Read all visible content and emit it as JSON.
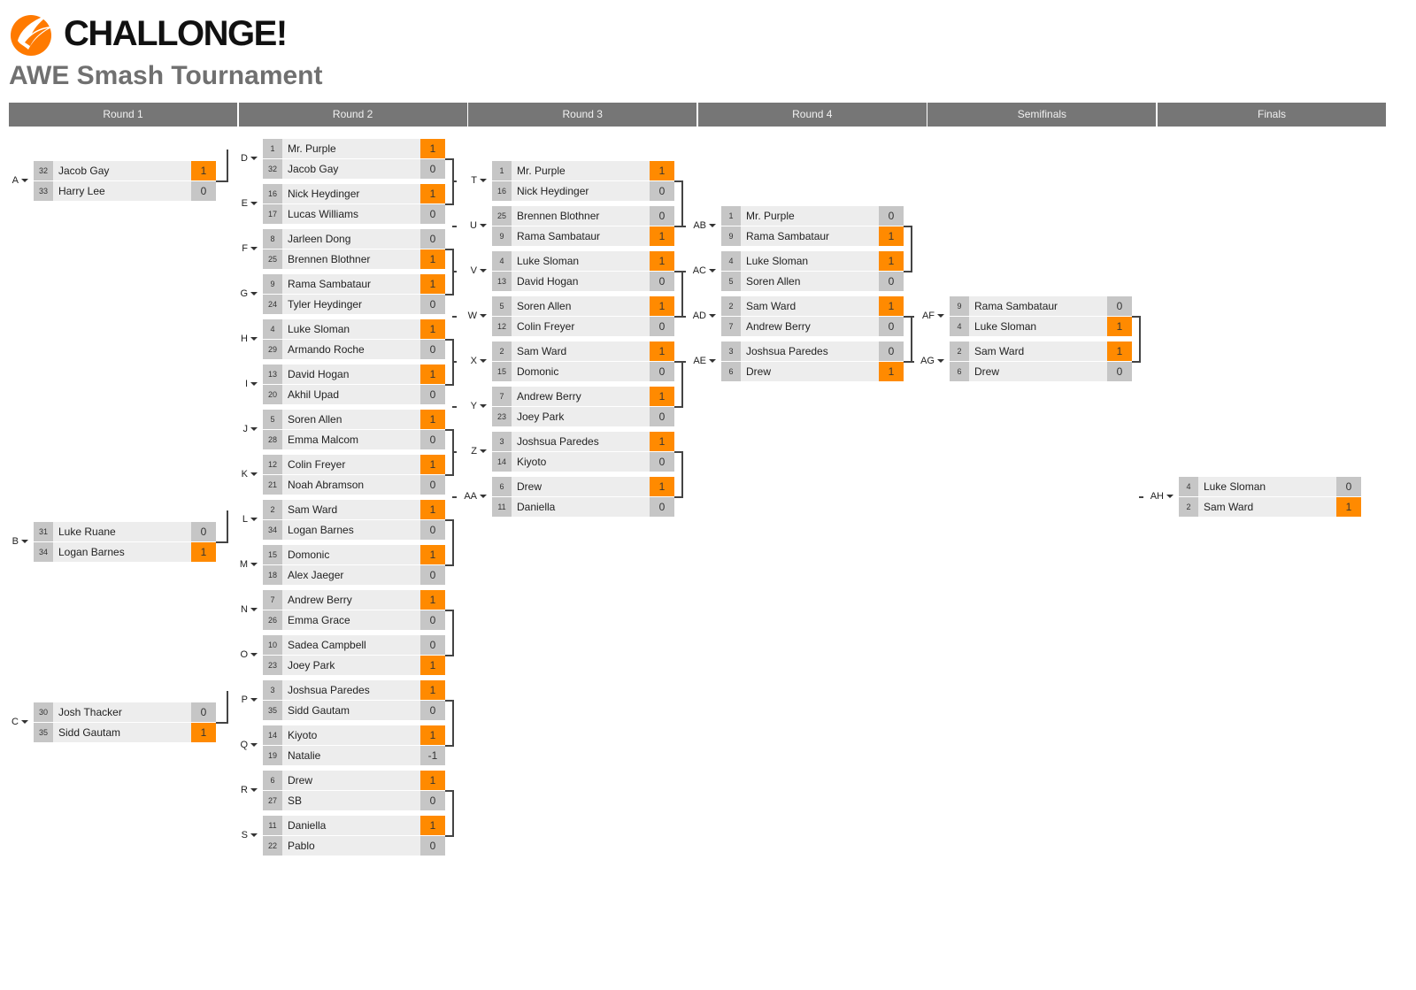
{
  "brand": {
    "name": "CHALLONGE!",
    "logo_icon": "challonge-flame-icon",
    "accent_color": "#ff7a00"
  },
  "tournament": {
    "title": "AWE Smash Tournament"
  },
  "rounds": [
    "Round 1",
    "Round 2",
    "Round 3",
    "Round 4",
    "Semifinals",
    "Finals"
  ],
  "colors": {
    "win": "#ff8a00",
    "score": "#c6c6c6",
    "name_bg": "#ededed",
    "header_bg": "#767676"
  },
  "matches": [
    {
      "id": "A",
      "round": 0,
      "slot": 0,
      "players": [
        {
          "seed": "32",
          "name": "Jacob Gay",
          "score": "1",
          "win": true
        },
        {
          "seed": "33",
          "name": "Harry Lee",
          "score": "0",
          "win": false
        }
      ]
    },
    {
      "id": "B",
      "round": 0,
      "slot": 8,
      "players": [
        {
          "seed": "31",
          "name": "Luke Ruane",
          "score": "0",
          "win": false
        },
        {
          "seed": "34",
          "name": "Logan Barnes",
          "score": "1",
          "win": true
        }
      ]
    },
    {
      "id": "C",
      "round": 0,
      "slot": 12,
      "players": [
        {
          "seed": "30",
          "name": "Josh Thacker",
          "score": "0",
          "win": false
        },
        {
          "seed": "35",
          "name": "Sidd Gautam",
          "score": "1",
          "win": true
        }
      ]
    },
    {
      "id": "D",
      "round": 1,
      "slot": 0,
      "players": [
        {
          "seed": "1",
          "name": "Mr. Purple",
          "score": "1",
          "win": true
        },
        {
          "seed": "32",
          "name": "Jacob Gay",
          "score": "0",
          "win": false
        }
      ]
    },
    {
      "id": "E",
      "round": 1,
      "slot": 1,
      "players": [
        {
          "seed": "16",
          "name": "Nick Heydinger",
          "score": "1",
          "win": true
        },
        {
          "seed": "17",
          "name": "Lucas Williams",
          "score": "0",
          "win": false
        }
      ]
    },
    {
      "id": "F",
      "round": 1,
      "slot": 2,
      "players": [
        {
          "seed": "8",
          "name": "Jarleen Dong",
          "score": "0",
          "win": false
        },
        {
          "seed": "25",
          "name": "Brennen Blothner",
          "score": "1",
          "win": true
        }
      ]
    },
    {
      "id": "G",
      "round": 1,
      "slot": 3,
      "players": [
        {
          "seed": "9",
          "name": "Rama Sambataur",
          "score": "1",
          "win": true
        },
        {
          "seed": "24",
          "name": "Tyler Heydinger",
          "score": "0",
          "win": false
        }
      ]
    },
    {
      "id": "H",
      "round": 1,
      "slot": 4,
      "players": [
        {
          "seed": "4",
          "name": "Luke Sloman",
          "score": "1",
          "win": true
        },
        {
          "seed": "29",
          "name": "Armando Roche",
          "score": "0",
          "win": false
        }
      ]
    },
    {
      "id": "I",
      "round": 1,
      "slot": 5,
      "players": [
        {
          "seed": "13",
          "name": "David Hogan",
          "score": "1",
          "win": true
        },
        {
          "seed": "20",
          "name": "Akhil Upad",
          "score": "0",
          "win": false
        }
      ]
    },
    {
      "id": "J",
      "round": 1,
      "slot": 6,
      "players": [
        {
          "seed": "5",
          "name": "Soren Allen",
          "score": "1",
          "win": true
        },
        {
          "seed": "28",
          "name": "Emma Malcom",
          "score": "0",
          "win": false
        }
      ]
    },
    {
      "id": "K",
      "round": 1,
      "slot": 7,
      "players": [
        {
          "seed": "12",
          "name": "Colin Freyer",
          "score": "1",
          "win": true
        },
        {
          "seed": "21",
          "name": "Noah Abramson",
          "score": "0",
          "win": false
        }
      ]
    },
    {
      "id": "L",
      "round": 1,
      "slot": 8,
      "players": [
        {
          "seed": "2",
          "name": "Sam Ward",
          "score": "1",
          "win": true
        },
        {
          "seed": "34",
          "name": "Logan Barnes",
          "score": "0",
          "win": false
        }
      ]
    },
    {
      "id": "M",
      "round": 1,
      "slot": 9,
      "players": [
        {
          "seed": "15",
          "name": "Domonic",
          "score": "1",
          "win": true
        },
        {
          "seed": "18",
          "name": "Alex Jaeger",
          "score": "0",
          "win": false
        }
      ]
    },
    {
      "id": "N",
      "round": 1,
      "slot": 10,
      "players": [
        {
          "seed": "7",
          "name": "Andrew Berry",
          "score": "1",
          "win": true
        },
        {
          "seed": "26",
          "name": "Emma Grace",
          "score": "0",
          "win": false
        }
      ]
    },
    {
      "id": "O",
      "round": 1,
      "slot": 11,
      "players": [
        {
          "seed": "10",
          "name": "Sadea Campbell",
          "score": "0",
          "win": false
        },
        {
          "seed": "23",
          "name": "Joey Park",
          "score": "1",
          "win": true
        }
      ]
    },
    {
      "id": "P",
      "round": 1,
      "slot": 12,
      "players": [
        {
          "seed": "3",
          "name": "Joshsua Paredes",
          "score": "1",
          "win": true
        },
        {
          "seed": "35",
          "name": "Sidd Gautam",
          "score": "0",
          "win": false
        }
      ]
    },
    {
      "id": "Q",
      "round": 1,
      "slot": 13,
      "players": [
        {
          "seed": "14",
          "name": "Kiyoto",
          "score": "1",
          "win": true
        },
        {
          "seed": "19",
          "name": "Natalie",
          "score": "-1",
          "win": false
        }
      ]
    },
    {
      "id": "R",
      "round": 1,
      "slot": 14,
      "players": [
        {
          "seed": "6",
          "name": "Drew",
          "score": "1",
          "win": true
        },
        {
          "seed": "27",
          "name": "SB",
          "score": "0",
          "win": false
        }
      ]
    },
    {
      "id": "S",
      "round": 1,
      "slot": 15,
      "players": [
        {
          "seed": "11",
          "name": "Daniella",
          "score": "1",
          "win": true
        },
        {
          "seed": "22",
          "name": "Pablo",
          "score": "0",
          "win": false
        }
      ]
    },
    {
      "id": "T",
      "round": 2,
      "slot": 0,
      "players": [
        {
          "seed": "1",
          "name": "Mr. Purple",
          "score": "1",
          "win": true
        },
        {
          "seed": "16",
          "name": "Nick Heydinger",
          "score": "0",
          "win": false
        }
      ]
    },
    {
      "id": "U",
      "round": 2,
      "slot": 1,
      "players": [
        {
          "seed": "25",
          "name": "Brennen Blothner",
          "score": "0",
          "win": false
        },
        {
          "seed": "9",
          "name": "Rama Sambataur",
          "score": "1",
          "win": true
        }
      ]
    },
    {
      "id": "V",
      "round": 2,
      "slot": 2,
      "players": [
        {
          "seed": "4",
          "name": "Luke Sloman",
          "score": "1",
          "win": true
        },
        {
          "seed": "13",
          "name": "David Hogan",
          "score": "0",
          "win": false
        }
      ]
    },
    {
      "id": "W",
      "round": 2,
      "slot": 3,
      "players": [
        {
          "seed": "5",
          "name": "Soren Allen",
          "score": "1",
          "win": true
        },
        {
          "seed": "12",
          "name": "Colin Freyer",
          "score": "0",
          "win": false
        }
      ]
    },
    {
      "id": "X",
      "round": 2,
      "slot": 4,
      "players": [
        {
          "seed": "2",
          "name": "Sam Ward",
          "score": "1",
          "win": true
        },
        {
          "seed": "15",
          "name": "Domonic",
          "score": "0",
          "win": false
        }
      ]
    },
    {
      "id": "Y",
      "round": 2,
      "slot": 5,
      "players": [
        {
          "seed": "7",
          "name": "Andrew Berry",
          "score": "1",
          "win": true
        },
        {
          "seed": "23",
          "name": "Joey Park",
          "score": "0",
          "win": false
        }
      ]
    },
    {
      "id": "Z",
      "round": 2,
      "slot": 6,
      "players": [
        {
          "seed": "3",
          "name": "Joshsua Paredes",
          "score": "1",
          "win": true
        },
        {
          "seed": "14",
          "name": "Kiyoto",
          "score": "0",
          "win": false
        }
      ]
    },
    {
      "id": "AA",
      "round": 2,
      "slot": 7,
      "players": [
        {
          "seed": "6",
          "name": "Drew",
          "score": "1",
          "win": true
        },
        {
          "seed": "11",
          "name": "Daniella",
          "score": "0",
          "win": false
        }
      ]
    },
    {
      "id": "AB",
      "round": 3,
      "slot": 0,
      "players": [
        {
          "seed": "1",
          "name": "Mr. Purple",
          "score": "0",
          "win": false
        },
        {
          "seed": "9",
          "name": "Rama Sambataur",
          "score": "1",
          "win": true
        }
      ]
    },
    {
      "id": "AC",
      "round": 3,
      "slot": 1,
      "players": [
        {
          "seed": "4",
          "name": "Luke Sloman",
          "score": "1",
          "win": true
        },
        {
          "seed": "5",
          "name": "Soren Allen",
          "score": "0",
          "win": false
        }
      ]
    },
    {
      "id": "AD",
      "round": 3,
      "slot": 2,
      "players": [
        {
          "seed": "2",
          "name": "Sam Ward",
          "score": "1",
          "win": true
        },
        {
          "seed": "7",
          "name": "Andrew Berry",
          "score": "0",
          "win": false
        }
      ]
    },
    {
      "id": "AE",
      "round": 3,
      "slot": 3,
      "players": [
        {
          "seed": "3",
          "name": "Joshsua Paredes",
          "score": "0",
          "win": false
        },
        {
          "seed": "6",
          "name": "Drew",
          "score": "1",
          "win": true
        }
      ]
    },
    {
      "id": "AF",
      "round": 4,
      "slot": 0,
      "players": [
        {
          "seed": "9",
          "name": "Rama Sambataur",
          "score": "0",
          "win": false
        },
        {
          "seed": "4",
          "name": "Luke Sloman",
          "score": "1",
          "win": true
        }
      ]
    },
    {
      "id": "AG",
      "round": 4,
      "slot": 1,
      "players": [
        {
          "seed": "2",
          "name": "Sam Ward",
          "score": "1",
          "win": true
        },
        {
          "seed": "6",
          "name": "Drew",
          "score": "0",
          "win": false
        }
      ]
    },
    {
      "id": "AH",
      "round": 5,
      "slot": 0,
      "players": [
        {
          "seed": "4",
          "name": "Luke Sloman",
          "score": "0",
          "win": false
        },
        {
          "seed": "2",
          "name": "Sam Ward",
          "score": "1",
          "win": true
        }
      ]
    }
  ]
}
